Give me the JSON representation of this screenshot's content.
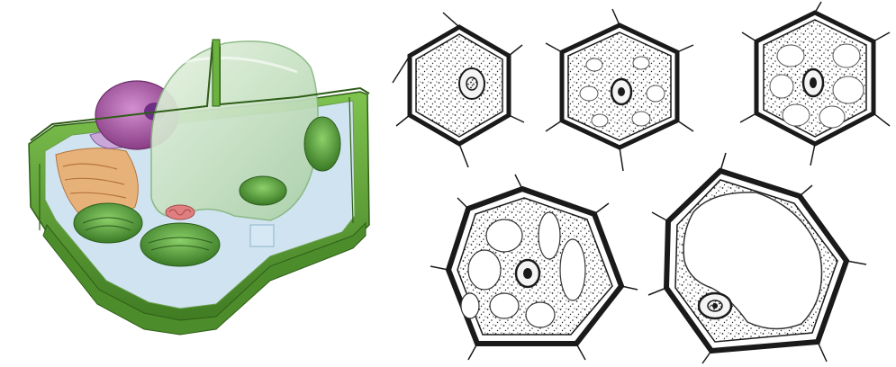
{
  "figure": {
    "panels": [
      {
        "id": "plant-cell-3d",
        "kind": "illustration"
      },
      {
        "id": "cell-stage-1",
        "kind": "line-drawing",
        "vacuoles": 0
      },
      {
        "id": "cell-stage-2",
        "kind": "line-drawing",
        "vacuoles": 6
      },
      {
        "id": "cell-stage-3",
        "kind": "line-drawing",
        "vacuoles": 6
      },
      {
        "id": "cell-stage-4",
        "kind": "line-drawing",
        "vacuoles": 7
      },
      {
        "id": "cell-stage-5",
        "kind": "line-drawing",
        "vacuoles": 1
      }
    ],
    "colors": {
      "cell_wall_green": "#5da536",
      "cell_wall_dark": "#3f7a22",
      "vacuole_pale": "#cfe6c8",
      "nucleus_purple": "#a0529c",
      "chloroplast_green": "#4f9a3a",
      "ink": "#1a1a1a"
    }
  }
}
